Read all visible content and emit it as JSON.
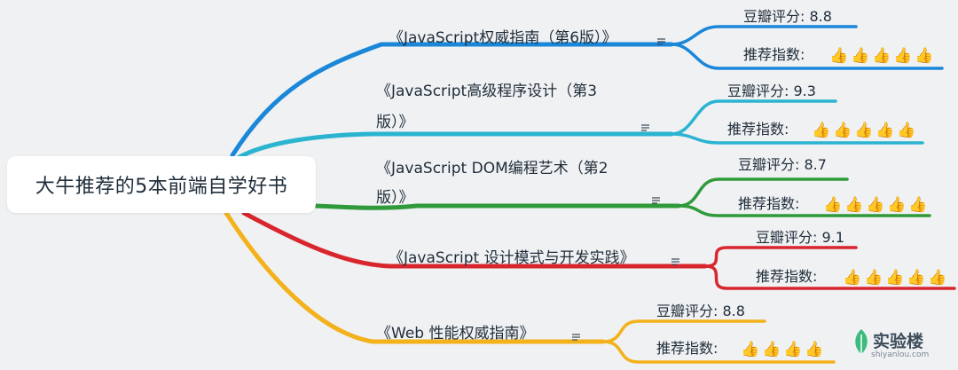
{
  "root": {
    "title": "大牛推荐的5本前端自学好书"
  },
  "rating_label": "豆瓣评分:",
  "recommend_label": "推荐指数:",
  "thumb": "👍",
  "note_icon": "notes-icon",
  "branches": [
    {
      "color": "#1a87d9",
      "title_lines": [
        "《JavaScript权威指南（第6版）》"
      ],
      "rating": "8.8",
      "thumbs": 5
    },
    {
      "color": "#2ab4d0",
      "title_lines": [
        "《JavaScript高级程序设计（第3",
        "版）》"
      ],
      "rating": "9.3",
      "thumbs": 5
    },
    {
      "color": "#2f9a3a",
      "title_lines": [
        "《JavaScript DOM编程艺术（第2",
        "版）》"
      ],
      "rating": "8.7",
      "thumbs": 5
    },
    {
      "color": "#d8262e",
      "title_lines": [
        "《JavaScript 设计模式与开发实践》"
      ],
      "rating": "9.1",
      "thumbs": 5
    },
    {
      "color": "#f3b11b",
      "title_lines": [
        "《Web 性能权威指南》"
      ],
      "rating": "8.8",
      "thumbs": 4
    }
  ],
  "watermark": {
    "text": "实验楼",
    "sub": "shiyanlou.com",
    "color": "#3dbb7c"
  }
}
